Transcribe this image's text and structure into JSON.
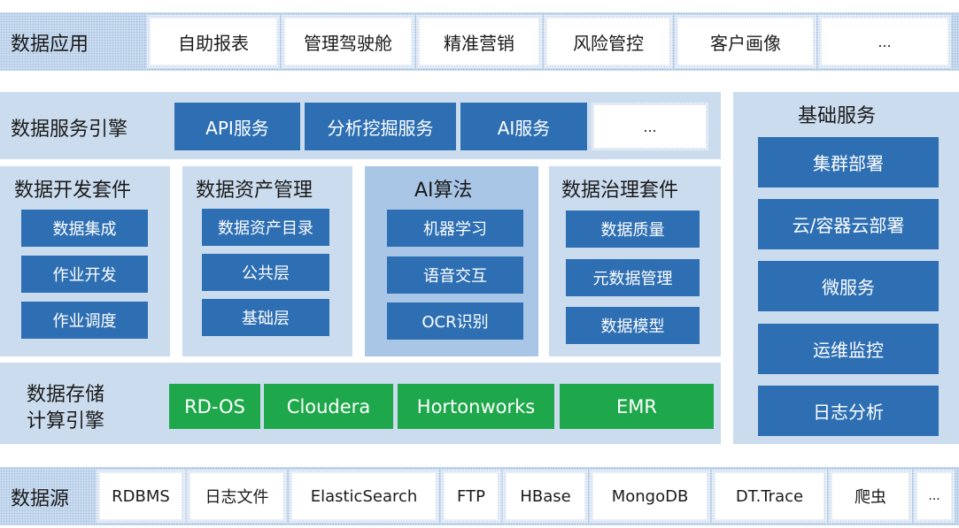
{
  "app_layer": {
    "title": "数据应用",
    "items": [
      "自助报表",
      "管理驾驶舱",
      "精准营销",
      "风险管控",
      "客户画像",
      "..."
    ]
  },
  "service_engine": {
    "title": "数据服务引擎",
    "items": [
      "API服务",
      "分析挖掘服务",
      "AI服务",
      "..."
    ]
  },
  "modules": [
    {
      "title": "数据开发套件",
      "items": [
        "数据集成",
        "作业开发",
        "作业调度"
      ]
    },
    {
      "title": "数据资产管理",
      "items": [
        "数据资产目录",
        "公共层",
        "基础层"
      ]
    },
    {
      "title": "AI算法",
      "items": [
        "机器学习",
        "语音交互",
        "OCR识别"
      ]
    },
    {
      "title": "数据治理套件",
      "items": [
        "数据质量",
        "元数据管理",
        "数据模型"
      ]
    }
  ],
  "storage": {
    "title_line1": "数据存储",
    "title_line2": "计算引擎",
    "items": [
      "RD-OS",
      "Cloudera",
      "Hortonworks",
      "EMR"
    ]
  },
  "base_services": {
    "title": "基础服务",
    "items": [
      "集群部署",
      "云/容器云部署",
      "微服务",
      "运维监控",
      "日志分析"
    ]
  },
  "data_source": {
    "title": "数据源",
    "items": [
      "RDBMS",
      "日志文件",
      "ElasticSearch",
      "FTP",
      "HBase",
      "MongoDB",
      "DT.Trace",
      "爬虫",
      "..."
    ]
  },
  "colors": {
    "blue_box": "#2e6fb3",
    "green_box": "#1ea84b",
    "panel": "#cbdcee",
    "panel_highlight": "#a9c6e6"
  }
}
